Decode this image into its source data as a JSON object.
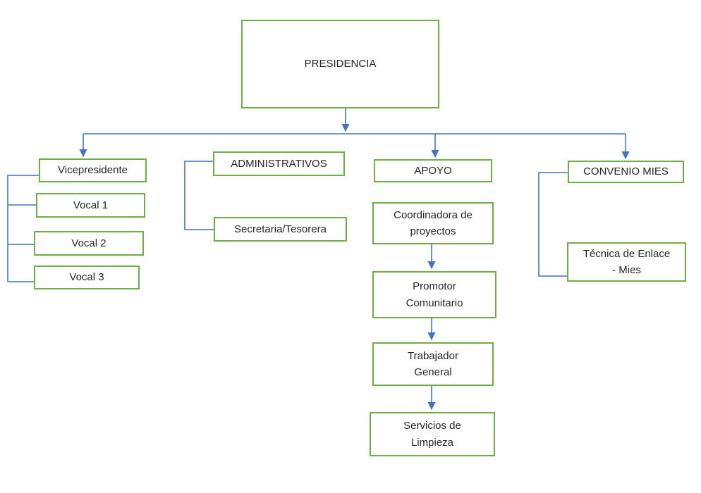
{
  "diagram": {
    "type": "org-chart",
    "colors": {
      "box_border": "#70AD47",
      "box_fill": "#FFFFFF",
      "connector": "#4472C4",
      "text": "#262626"
    },
    "nodes": {
      "presidencia": {
        "label": "PRESIDENCIA"
      },
      "vicepresidente": {
        "label": "Vicepresidente"
      },
      "vocal1": {
        "label": "Vocal 1"
      },
      "vocal2": {
        "label": "Vocal 2"
      },
      "vocal3": {
        "label": "Vocal 3"
      },
      "administrativos": {
        "label": "ADMINISTRATIVOS"
      },
      "secretaria_tesorera": {
        "label": "Secretaria/Tesorera"
      },
      "apoyo": {
        "label": "APOYO"
      },
      "coordinadora_proyectos": {
        "label": "Coordinadora de\nproyectos"
      },
      "promotor_comunitario": {
        "label": "Promotor\nComunitario"
      },
      "trabajador_general": {
        "label": "Trabajador\nGeneral"
      },
      "servicios_limpieza": {
        "label": "Servicios de\nLimpieza"
      },
      "convenio_mies": {
        "label": "CONVENIO MIES"
      },
      "tecnica_enlace_mies": {
        "label": "Técnica de Enlace\n- Mies"
      }
    },
    "edges": [
      {
        "from": "presidencia",
        "to": "vicepresidente",
        "style": "arrow"
      },
      {
        "from": "presidencia",
        "to": "apoyo",
        "style": "arrow"
      },
      {
        "from": "presidencia",
        "to": "convenio_mies",
        "style": "arrow"
      },
      {
        "from": "vicepresidente",
        "to": "vocal1",
        "style": "bracket"
      },
      {
        "from": "vicepresidente",
        "to": "vocal2",
        "style": "bracket"
      },
      {
        "from": "vicepresidente",
        "to": "vocal3",
        "style": "bracket"
      },
      {
        "from": "administrativos",
        "to": "secretaria_tesorera",
        "style": "bracket"
      },
      {
        "from": "coordinadora_proyectos",
        "to": "promotor_comunitario",
        "style": "arrow"
      },
      {
        "from": "promotor_comunitario",
        "to": "trabajador_general",
        "style": "arrow"
      },
      {
        "from": "trabajador_general",
        "to": "servicios_limpieza",
        "style": "arrow"
      },
      {
        "from": "convenio_mies",
        "to": "tecnica_enlace_mies",
        "style": "bracket"
      }
    ]
  }
}
